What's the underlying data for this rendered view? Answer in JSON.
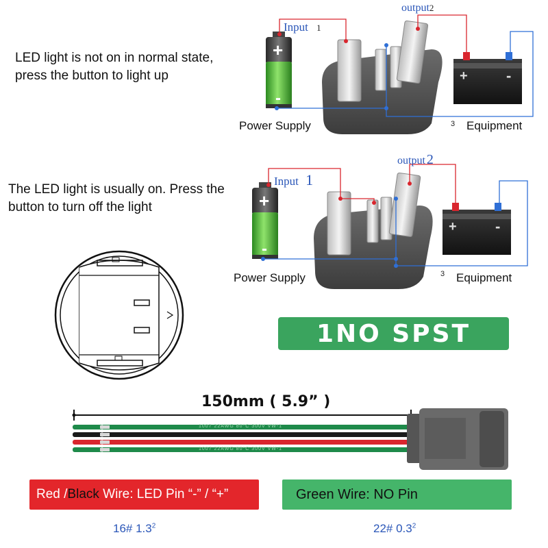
{
  "diagram1": {
    "description_line1": "LED light is not on in normal state,",
    "description_line2": "press the button to light up",
    "input_label": "Input",
    "input_number": "1",
    "output_label": "output",
    "output_number": "2",
    "power_supply_label": "Power Supply",
    "equipment_number": "3",
    "equipment_label": "Equipment"
  },
  "diagram2": {
    "description_line1": "The LED light is usually on. Press the",
    "description_line2": "button to turn off the light",
    "input_label": "Input",
    "input_number": "1",
    "output_label": "output",
    "output_number": "2",
    "power_supply_label": "Power Supply",
    "equipment_number": "3",
    "equipment_label": "Equipment"
  },
  "battery": {
    "plus": "+",
    "minus": "-"
  },
  "equipment_battery": {
    "plus": "+",
    "minus": "-"
  },
  "switch_type": "1NO  SPST",
  "wire_length": "150mm ( 5.9” )",
  "wire_print": "1007  22AWG  80°C  300V  VW-1",
  "red_black_box": {
    "red": "Red",
    "slash": " /",
    "black": "Black",
    "wire": " Wire: ",
    "rest": "LED Pin  “-”  /  “+”"
  },
  "green_box": {
    "green": "Green",
    "rest": "  Wire:  NO Pin"
  },
  "gauge_left": {
    "text": "16#  1.3",
    "sup": "2"
  },
  "gauge_right": {
    "text": "22#  0.3",
    "sup": "2"
  },
  "colors": {
    "wire_red": "#d9262e",
    "wire_blue": "#2f6fd6",
    "spst_green": "#3aa45e",
    "box_red": "#e3262b",
    "box_green": "#45b56a",
    "wire_green": "#1e8a4a",
    "wire_black": "#1a1a1a"
  }
}
